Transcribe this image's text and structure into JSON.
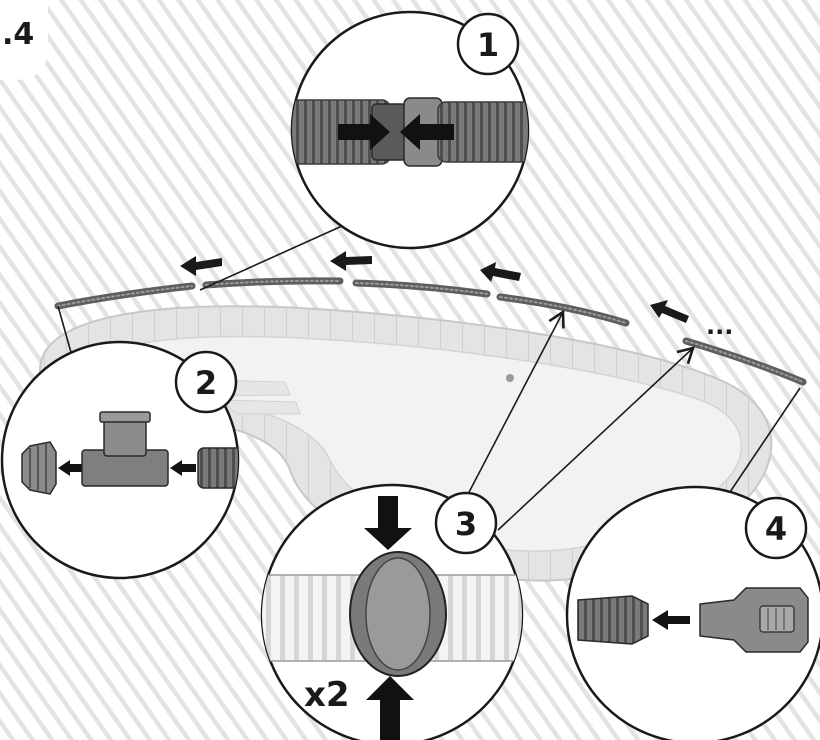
{
  "step_label": ".4",
  "callouts": [
    {
      "number": "1",
      "content": "hose-join-push-together"
    },
    {
      "number": "2",
      "content": "tee-valve-connector"
    },
    {
      "number": "3",
      "content": "clamp-ring-squeeze"
    },
    {
      "number": "4",
      "content": "hose-end-adapter"
    }
  ],
  "multiplier_label": "x2",
  "continuation_mark": "...",
  "colors": {
    "background_hatch": "#e6e6e6",
    "pool_fill": "#efefef",
    "hose_dark": "#6b6b6b",
    "arrow": "#1a1a1a",
    "outline": "#1a1a1a"
  }
}
